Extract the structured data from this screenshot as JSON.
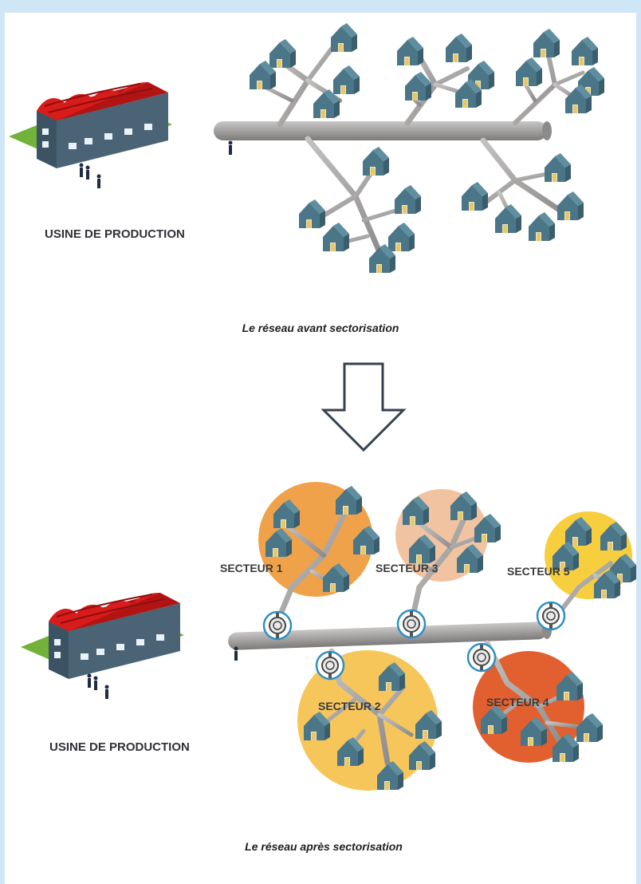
{
  "top_panel": {
    "factory_label": "USINE DE PRODUCTION",
    "caption": "Le réseau avant sectorisation"
  },
  "bottom_panel": {
    "factory_label": "USINE DE PRODUCTION",
    "caption": "Le réseau après sectorisation",
    "sectors": [
      {
        "label": "SECTEUR 1",
        "color": "#f0a24a"
      },
      {
        "label": "SECTEUR 2",
        "color": "#f7c65a"
      },
      {
        "label": "SECTEUR 3",
        "color": "#f2c3a0"
      },
      {
        "label": "SECTEUR 4",
        "color": "#e2602f"
      },
      {
        "label": "SECTEUR 5",
        "color": "#f7cf3e"
      }
    ]
  },
  "colors": {
    "roof": "#d81b1b",
    "grass": "#72b23b",
    "building": "#4a6476",
    "house": "#4b7688",
    "pipe": "#a9a7a6",
    "meter_ring": "#2f8fc4"
  },
  "icons": [
    "factory-icon",
    "house-icon",
    "water-meter-icon",
    "down-arrow-icon",
    "person-icon"
  ]
}
